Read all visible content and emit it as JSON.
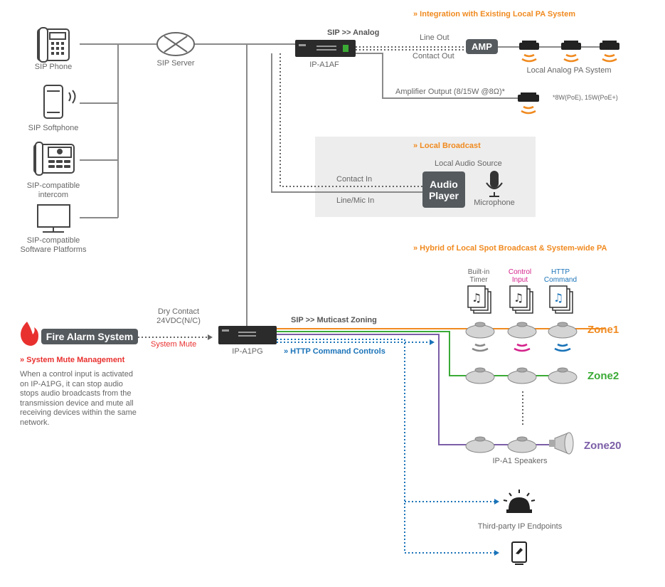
{
  "headers": {
    "integration": "» Integration with Existing Local PA System",
    "local_broadcast": "» Local Broadcast",
    "hybrid": "» Hybrid of Local Spot Broadcast & System-wide PA"
  },
  "devices": {
    "sip_phone": "SIP Phone",
    "sip_softphone": "SIP Softphone",
    "sip_intercom": [
      "SIP-compatible",
      "intercom"
    ],
    "sip_software": [
      "SIP-compatible",
      "Software Platforms"
    ],
    "sip_server": "SIP Server",
    "ip_a1af": "IP-A1AF",
    "ip_a1pg": "IP-A1PG",
    "amp": "AMP",
    "audio_player": [
      "Audio",
      "Player"
    ],
    "microphone": "Microphone",
    "fire_alarm": "Fire Alarm System"
  },
  "labels": {
    "sip_analog": "SIP >> Analog",
    "line_out": "Line Out",
    "contact_out": "Contact Out",
    "local_analog_pa": "Local Analog PA System",
    "amp_output": "Amplifier Output (8/15W @8Ω)*",
    "poe_note": "*8W(PoE), 15W(PoE+)",
    "local_audio_source": "Local Audio Source",
    "contact_in": "Contact In",
    "line_mic_in": "Line/Mic In",
    "dry_contact": [
      "Dry Contact",
      "24VDC(N/C)"
    ],
    "system_mute": "System Mute",
    "sip_multicast": "SIP >> Muticast Zoning",
    "http_controls": "» HTTP Command Controls",
    "built_in_timer": [
      "Built-in",
      "Timer"
    ],
    "control_input": [
      "Control",
      "Input"
    ],
    "http_command": [
      "HTTP",
      "Command"
    ],
    "ip_a1_speakers": "IP-A1 Speakers",
    "third_party": "Third-party IP Endpoints"
  },
  "zones": [
    "Zone1",
    "Zone2",
    "Zone20"
  ],
  "mute": {
    "title": "» System Mute Management",
    "body": "When a control input is activated on IP-A1PG, it can stop audio stops audio broadcasts from the transmission device and mute all receiving devices within the same network."
  },
  "colors": {
    "orange": "#f08a1f",
    "green": "#3aaa35",
    "purple": "#7b5ea7",
    "blue": "#1a73b8",
    "red": "#e8312f",
    "magenta": "#d4238c",
    "line": "#8a8a8a",
    "device": "#555a5e"
  }
}
